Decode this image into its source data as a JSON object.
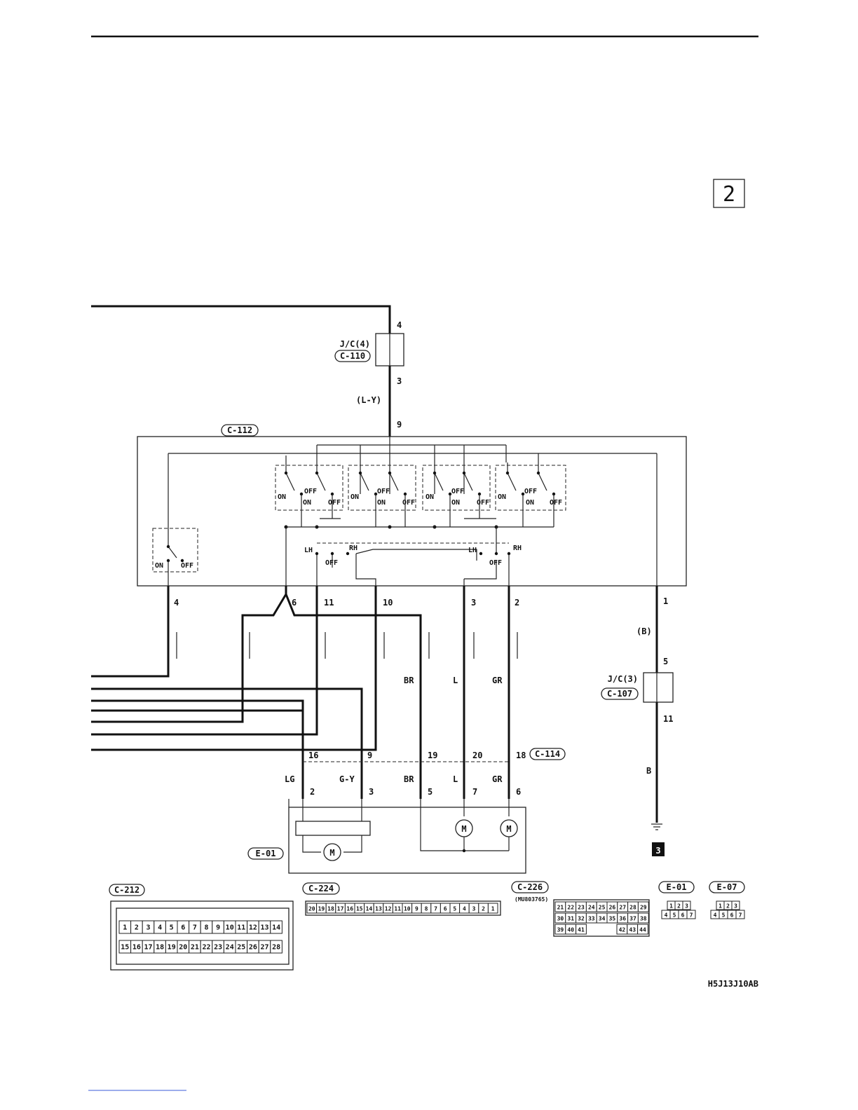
{
  "page_number": "2",
  "figure_code": "H5J13J10AB",
  "junction_c110": {
    "label": "J/C(4)",
    "connector": "C-110",
    "pin_in": "4",
    "pin_out": "3"
  },
  "junction_c107": {
    "label": "J/C(3)",
    "connector": "C-107",
    "pin_in": "5",
    "pin_out": "11"
  },
  "wire_colors": {
    "supply": "(L-Y)",
    "ground_upper": "(B)",
    "ground_lower": "B"
  },
  "switch_unit": {
    "connector": "C-112",
    "supply_pin": "9",
    "bottom_pins": [
      "4",
      "6",
      "11",
      "10",
      "3",
      "2",
      "1"
    ],
    "contact_labels": {
      "on": "ON",
      "off": "OFF",
      "lh": "LH",
      "rh": "RH"
    }
  },
  "harness_wires": [
    "BR",
    "L",
    "GR"
  ],
  "connector_c114": {
    "label": "C-114",
    "pins": [
      "16",
      "9",
      "19",
      "20",
      "18"
    ],
    "colors": [
      "LG",
      "G-Y",
      "BR",
      "L",
      "GR"
    ],
    "motor_pins": [
      "2",
      "3",
      "5",
      "7",
      "6"
    ]
  },
  "motor_unit": {
    "connector": "E-01",
    "symbol": "M"
  },
  "ground_marker": "3",
  "connector_views": {
    "c212": {
      "label": "C-212",
      "row1": [
        "1",
        "2",
        "3",
        "4",
        "5",
        "6",
        "7",
        "8",
        "9",
        "10",
        "11",
        "12",
        "13",
        "14"
      ],
      "row2": [
        "15",
        "16",
        "17",
        "18",
        "19",
        "20",
        "21",
        "22",
        "23",
        "24",
        "25",
        "26",
        "27",
        "28"
      ]
    },
    "c224": {
      "label": "C-224",
      "pins": [
        "20",
        "19",
        "18",
        "17",
        "16",
        "15",
        "14",
        "13",
        "12",
        "11",
        "10",
        "9",
        "8",
        "7",
        "6",
        "5",
        "4",
        "3",
        "2",
        "1"
      ]
    },
    "c226": {
      "label": "C-226",
      "part_no": "(MU803765)",
      "row1": [
        "21",
        "22",
        "23",
        "24",
        "25",
        "26",
        "27",
        "28",
        "29"
      ],
      "row2": [
        "30",
        "31",
        "32",
        "33",
        "34",
        "35",
        "36",
        "37",
        "38"
      ],
      "row3": [
        "39",
        "40",
        "41",
        "42",
        "43",
        "44"
      ]
    },
    "e01": {
      "label": "E-01",
      "row1": [
        "1",
        "2",
        "3"
      ],
      "row2": [
        "4",
        "5",
        "6",
        "7"
      ]
    },
    "e07": {
      "label": "E-07",
      "row1": [
        "1",
        "2",
        "3"
      ],
      "row2": [
        "4",
        "5",
        "6",
        "7"
      ]
    }
  }
}
